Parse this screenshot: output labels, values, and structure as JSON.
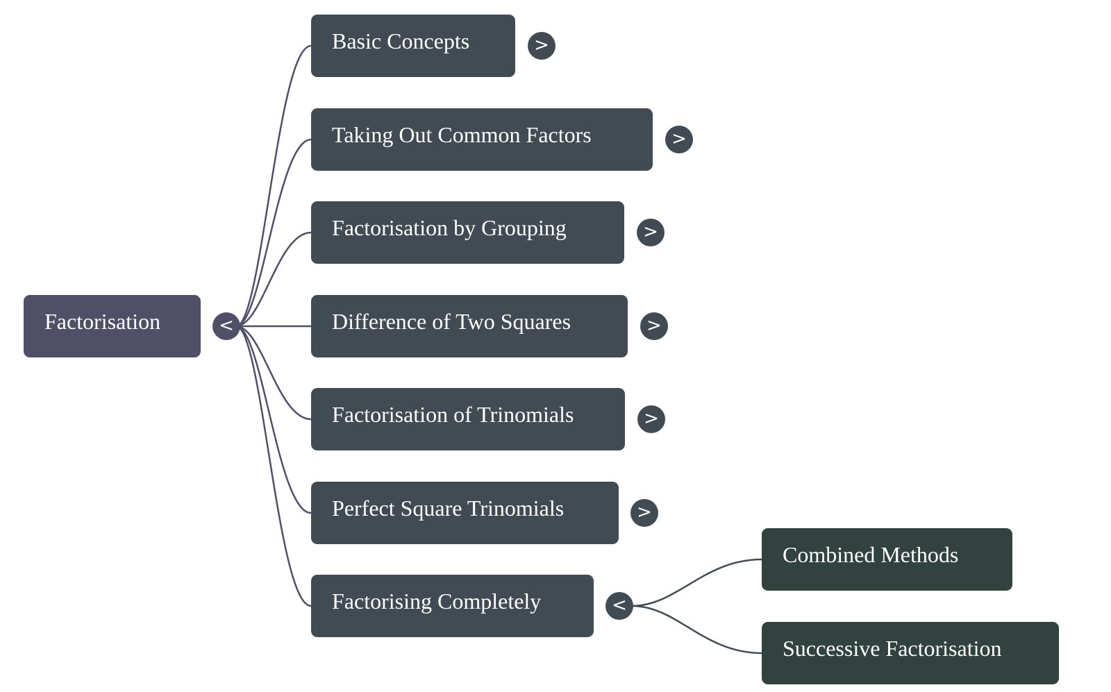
{
  "mindmap": {
    "root": {
      "label": "Factorisation",
      "toggle": "<",
      "expanded": true
    },
    "children": [
      {
        "label": "Basic Concepts",
        "toggle": ">",
        "expanded": false
      },
      {
        "label": "Taking Out Common Factors",
        "toggle": ">",
        "expanded": false
      },
      {
        "label": "Factorisation by Grouping",
        "toggle": ">",
        "expanded": false
      },
      {
        "label": "Difference of Two Squares",
        "toggle": ">",
        "expanded": false
      },
      {
        "label": "Factorisation of Trinomials",
        "toggle": ">",
        "expanded": false
      },
      {
        "label": "Perfect Square Trinomials",
        "toggle": ">",
        "expanded": false
      },
      {
        "label": "Factorising Completely",
        "toggle": "<",
        "expanded": true,
        "children": [
          {
            "label": "Combined Methods"
          },
          {
            "label": "Successive Factorisation"
          }
        ]
      }
    ],
    "colors": {
      "root": "#4f5067",
      "level1": "#424a53",
      "level2": "#32423e",
      "edge": "#4f5067"
    }
  }
}
